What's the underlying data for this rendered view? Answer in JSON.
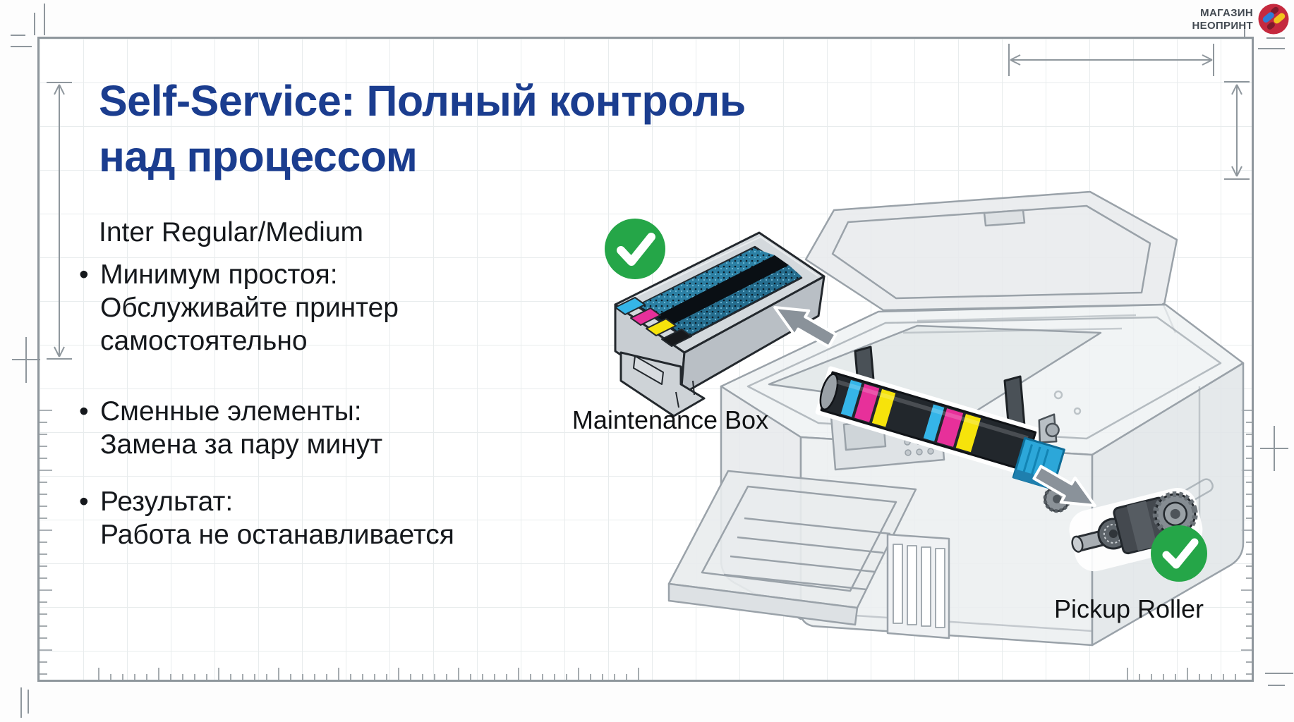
{
  "header": {
    "brand": "МАГАЗИН\nНЕОПРИНТ"
  },
  "content": {
    "title": "Self-Service: Полный контроль\nнад процессом",
    "subtitle": "Inter Regular/Medium",
    "bullet_marker": "•",
    "bullets": [
      {
        "text": "Минимум простоя:\nОбслуживайте принтер\nсамостоятельно"
      },
      {
        "text": "Сменные элементы:\nЗамена за пару минут"
      },
      {
        "text": "Результат:\nРабота не останавливается"
      }
    ]
  },
  "illustration": {
    "maintenance_box_label": "Maintenance Box",
    "pickup_roller_label": "Pickup Roller",
    "check_icon": "checkmark",
    "arrow_icons": [
      "arrow-to-maintenance-box",
      "arrow-to-pickup-roller"
    ]
  },
  "colors": {
    "title_blue": "#1b3d8f",
    "check_green": "#25a648",
    "logo_red": "#c5293e",
    "dimension_gray": "#8f979d",
    "ink_cyan": "#35b5e8",
    "ink_magenta": "#e7309a",
    "ink_yellow": "#f6e30b",
    "ink_black": "#17191c"
  }
}
